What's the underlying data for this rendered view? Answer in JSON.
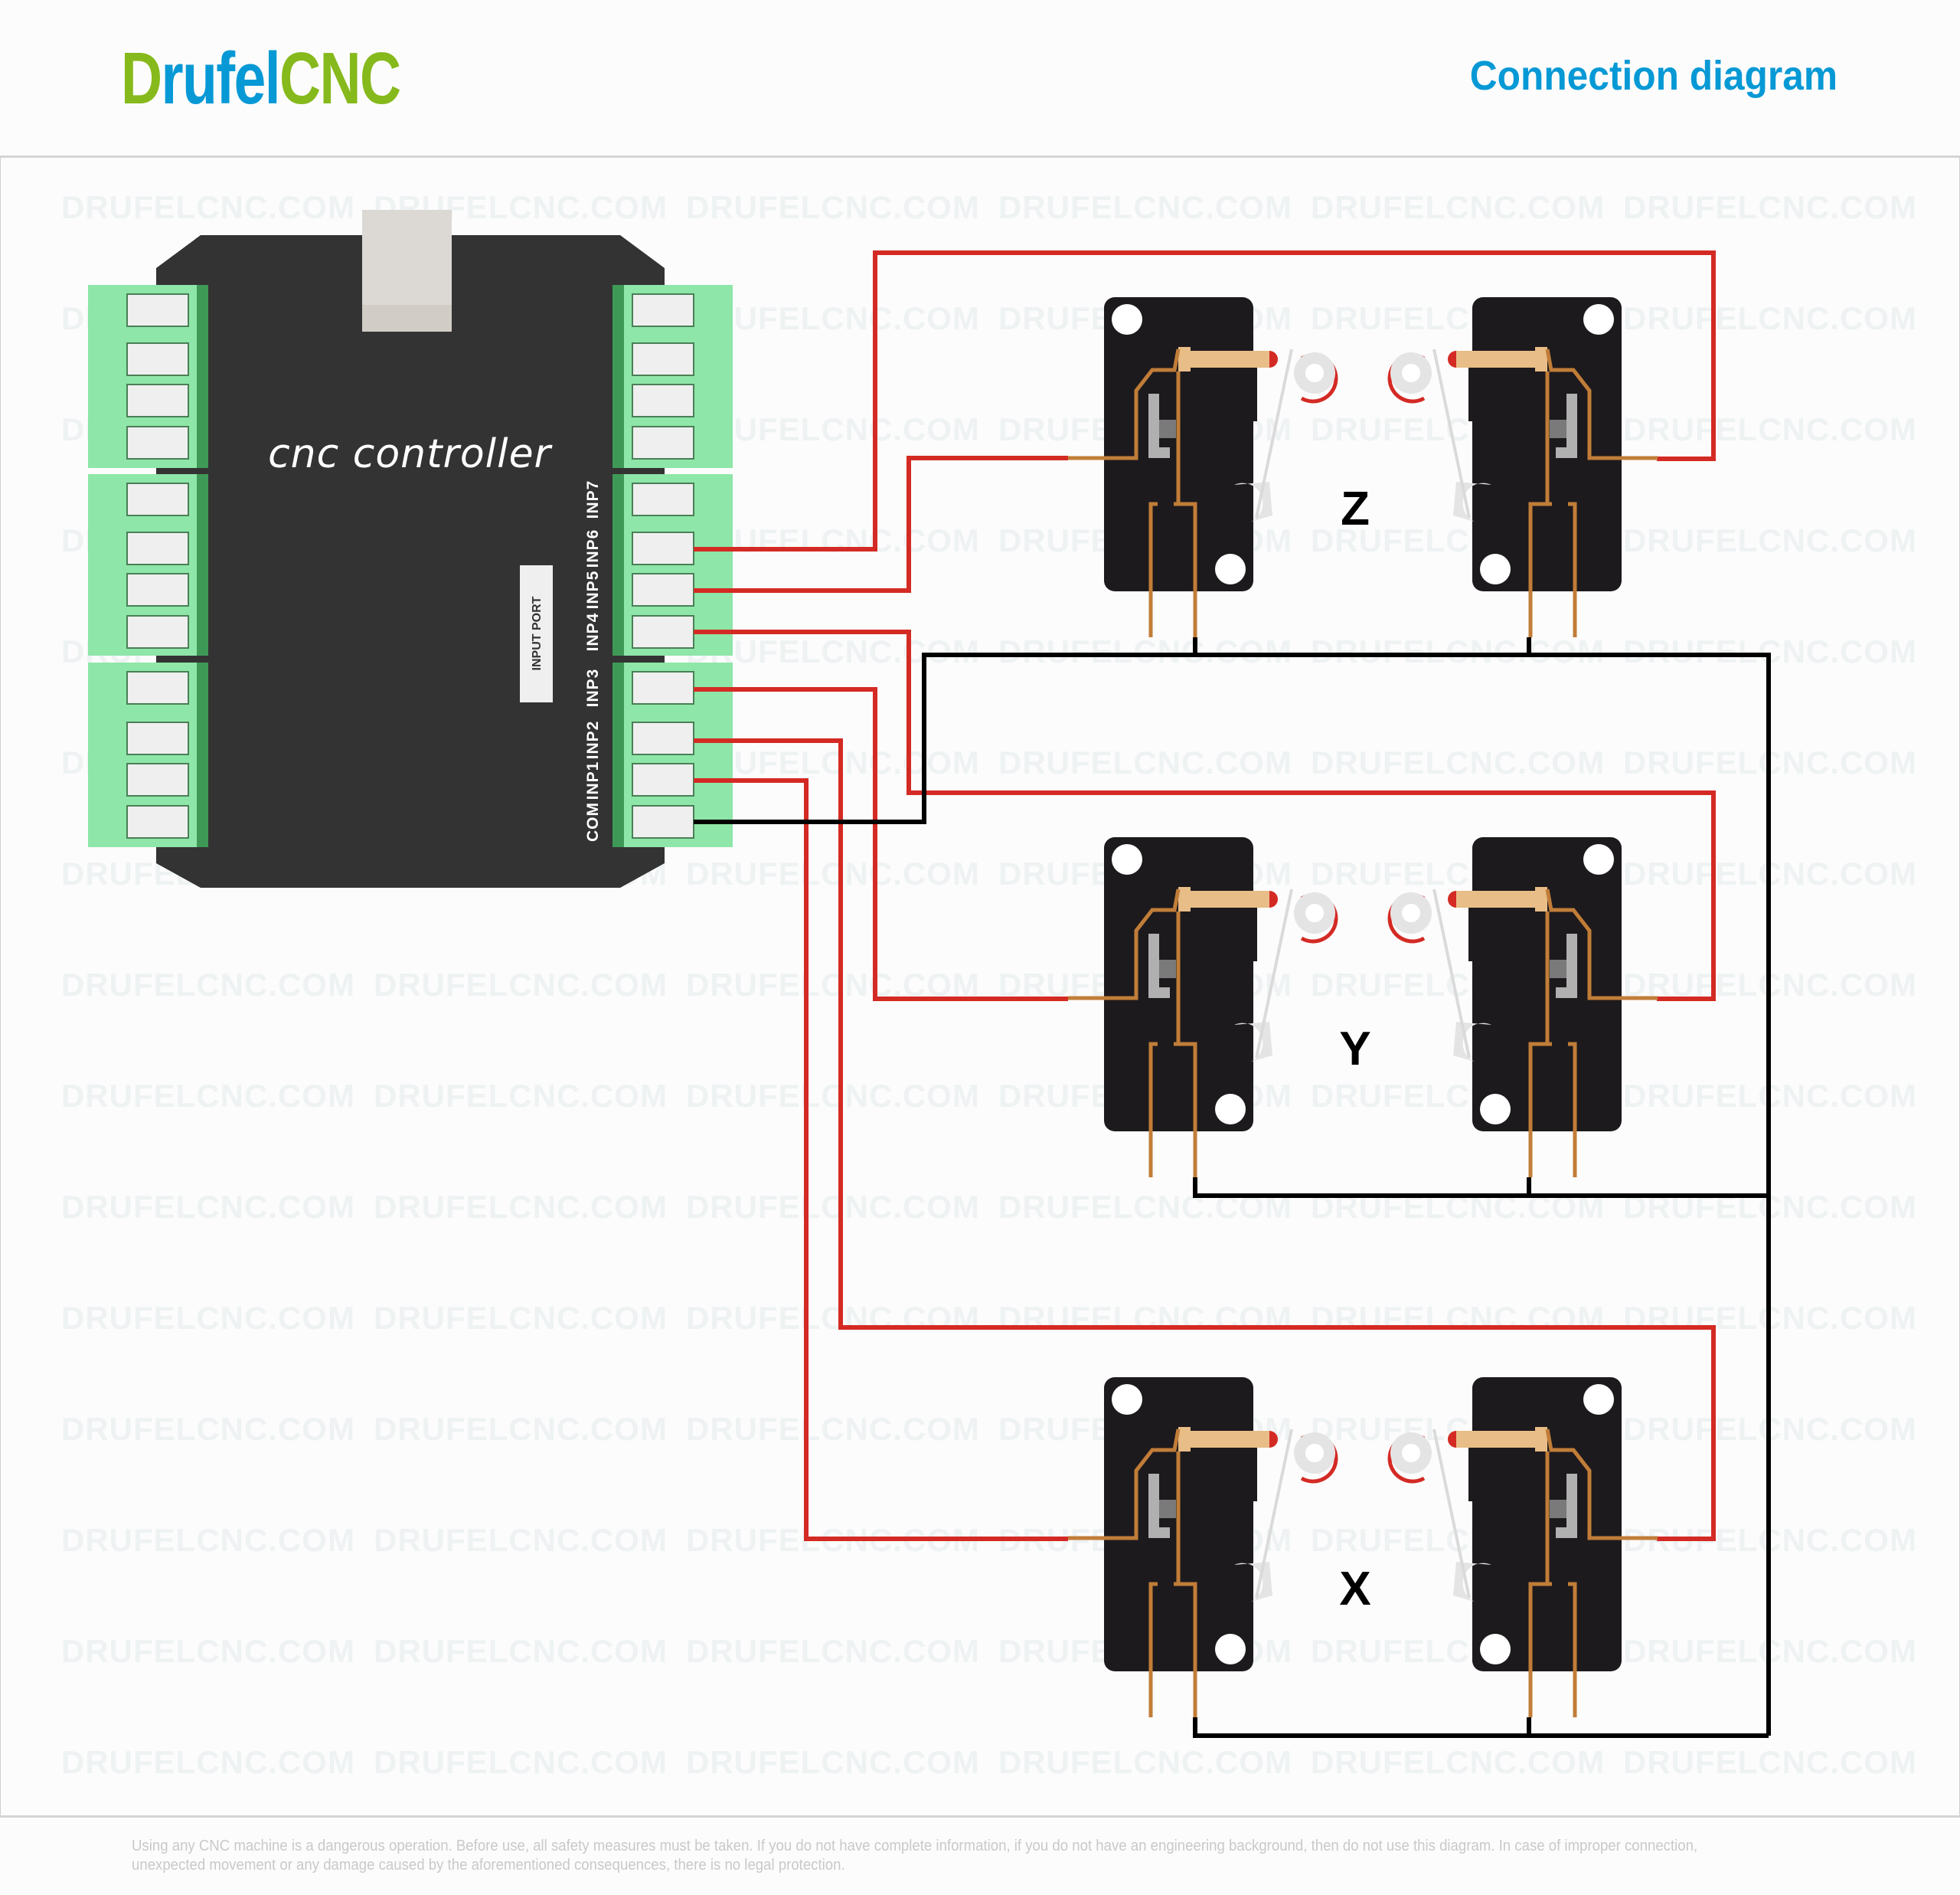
{
  "header": {
    "logo": {
      "prefix_leaf": "D",
      "brand_blue": "rufel",
      "brand_green": "CNC"
    },
    "title": "Connection diagram"
  },
  "watermark": "DRUFELCNC.COM",
  "controller": {
    "title": "cnc controller",
    "port_group_label": "INPUT PORT",
    "port_labels": [
      "INP7",
      "INP6",
      "INP5",
      "INP4",
      "INP3",
      "INP2",
      "INP1",
      "COM"
    ]
  },
  "axes": [
    {
      "label": "Z",
      "left_switch_input": "INP5",
      "right_switch_input": "INP6"
    },
    {
      "label": "Y",
      "left_switch_input": "INP3",
      "right_switch_input": "INP4"
    },
    {
      "label": "X",
      "left_switch_input": "INP1",
      "right_switch_input": "INP2"
    }
  ],
  "common_wire": {
    "from": "COM",
    "to": "all switch common pins"
  },
  "colors": {
    "brand_blue": "#0799d5",
    "brand_green": "#86b91c",
    "signal_wire": "#d42a24",
    "common_wire": "#000000",
    "controller_body": "#333333",
    "terminal_green": "#8ee6a8",
    "terminal_dark_green": "#3f9956",
    "switch_body": "#1d1a1d",
    "copper": "#c17d38",
    "plunger": "#e8bd87"
  },
  "footer": {
    "disclaimer": "Using any CNC machine is a dangerous operation. Before use, all safety measures must be taken. If you do not have complete information, if you do not have an engineering background, then do not use this diagram. In case of improper connection, unexpected movement or any damage caused by the aforementioned consequences, there is no legal protection."
  }
}
